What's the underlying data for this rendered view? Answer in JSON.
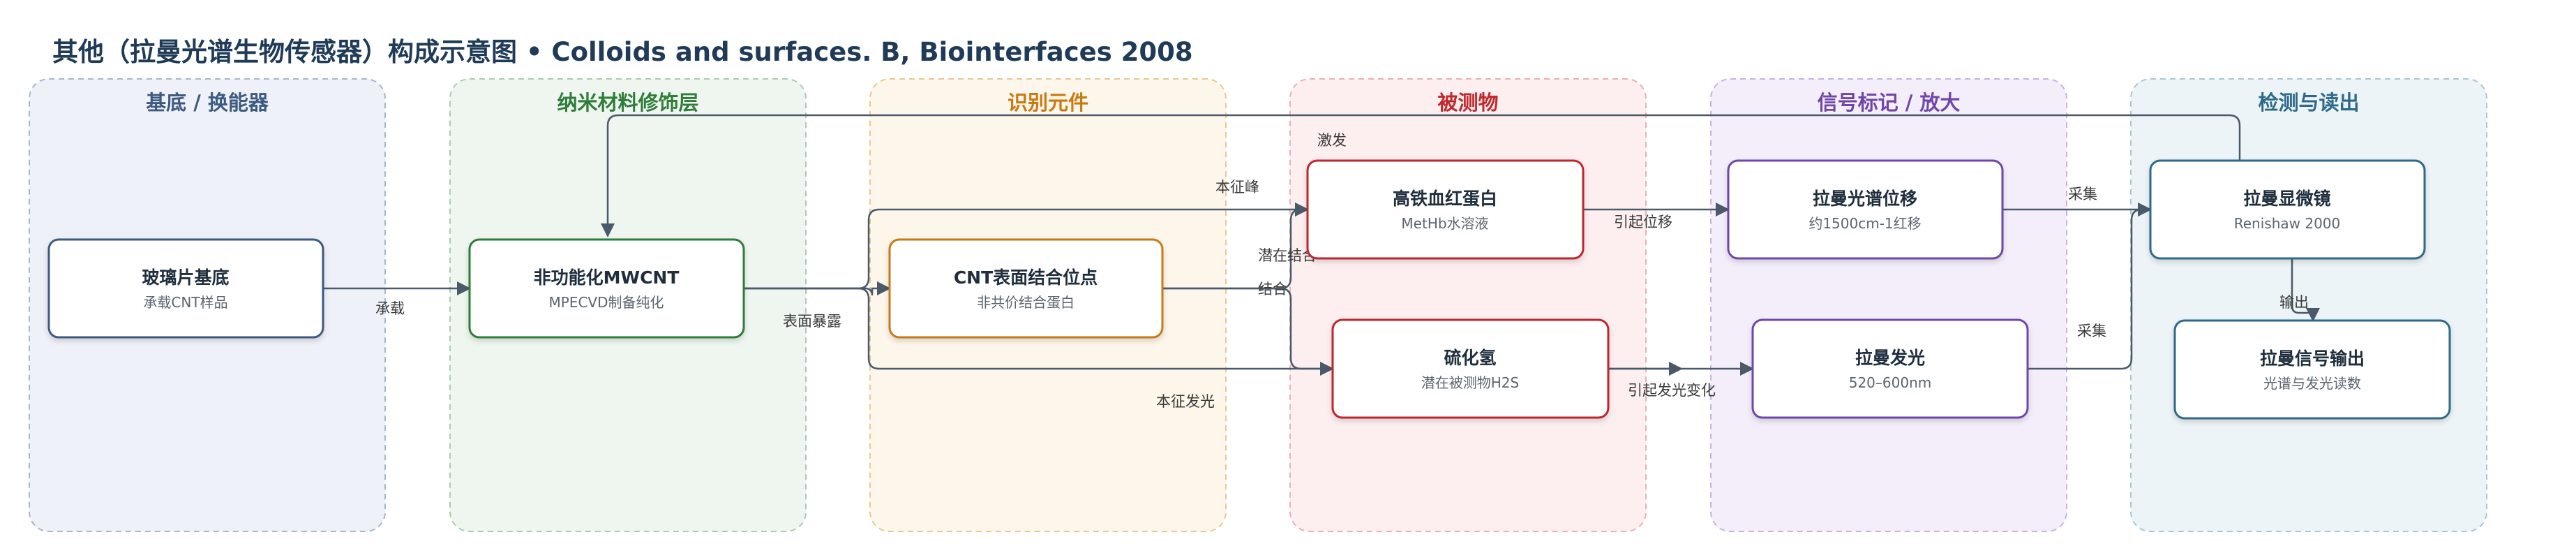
{
  "title": "其他（拉曼光谱生物传感器）构成示意图 • Colloids and surfaces. B, Biointerfaces 2008",
  "columns": [
    {
      "key": "substrate",
      "label": "基底 / 换能器",
      "color": "#3d5a80",
      "fill": "#eef1f7",
      "stroke": "#a9b6cc"
    },
    {
      "key": "nano",
      "label": "纳米材料修饰层",
      "color": "#2f7d3a",
      "fill": "#eef6ef",
      "stroke": "#a9cdb0"
    },
    {
      "key": "recognition",
      "label": "识别元件",
      "color": "#c97a12",
      "fill": "#fdf6ea",
      "stroke": "#e8c892"
    },
    {
      "key": "analyte",
      "label": "被测物",
      "color": "#c0282d",
      "fill": "#fdefef",
      "stroke": "#eab0b2"
    },
    {
      "key": "signal",
      "label": "信号标记 / 放大",
      "color": "#7046a8",
      "fill": "#f3eefa",
      "stroke": "#c6b3e0"
    },
    {
      "key": "detect",
      "label": "检测与读出",
      "color": "#2d6a8a",
      "fill": "#edf4f7",
      "stroke": "#a9c6d4"
    }
  ],
  "nodes": {
    "glass": {
      "title": "玻璃片基底",
      "sub": "承载CNT样品",
      "color": "#3d5a80"
    },
    "mwcnt": {
      "title": "非功能化MWCNT",
      "sub": "MPECVD制备纯化",
      "color": "#2f7d3a"
    },
    "site": {
      "title": "CNT表面结合位点",
      "sub": "非共价结合蛋白",
      "color": "#c97a12"
    },
    "methb": {
      "title": "高铁血红蛋白",
      "sub": "MetHb水溶液",
      "color": "#c0282d"
    },
    "h2s": {
      "title": "硫化氢",
      "sub": "潜在被测物H2S",
      "color": "#c0282d"
    },
    "shift": {
      "title": "拉曼光谱位移",
      "sub": "约1500cm-1红移",
      "color": "#7046a8"
    },
    "glow": {
      "title": "拉曼发光",
      "sub": "520–600nm",
      "color": "#7046a8"
    },
    "microscope": {
      "title": "拉曼显微镜",
      "sub": "Renishaw 2000",
      "color": "#2d6a8a"
    },
    "output": {
      "title": "拉曼信号输出",
      "sub": "光谱与发光读数",
      "color": "#2d6a8a"
    }
  },
  "edge_labels": {
    "carry": "承载",
    "surface": "表面暴露",
    "intrinsic_peak": "本征峰",
    "intrinsic_glow": "本征发光",
    "excite": "激发",
    "potential_bind": "潜在结合",
    "bind": "结合",
    "cause_shift": "引起位移",
    "cause_glow": "引起发光变化",
    "collect1": "采集",
    "collect2": "采集",
    "output": "输出"
  }
}
